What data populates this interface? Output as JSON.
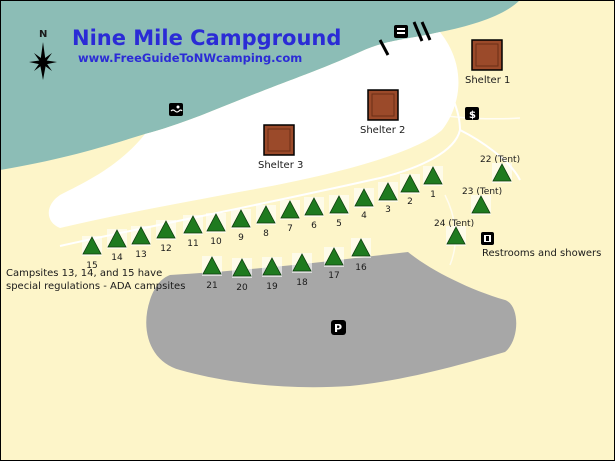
{
  "title": "Nine Mile Campground",
  "website": "www.FreeGuideToNWcamping.com",
  "compass": {
    "north_label": "N"
  },
  "colors": {
    "title": "#2b2bd6",
    "land": "#fdf5c9",
    "water": "#8cbdb6",
    "beach": "#ffffff",
    "parking": "#a7a7a7",
    "tent": "#1f7a1f",
    "shelter": "#9b4a2a",
    "border": "#000000"
  },
  "shelters": [
    {
      "id": "shelter-1",
      "label": "Shelter 1"
    },
    {
      "id": "shelter-2",
      "label": "Shelter 2"
    },
    {
      "id": "shelter-3",
      "label": "Shelter 3"
    }
  ],
  "campsites": [
    {
      "id": "1",
      "label": "1"
    },
    {
      "id": "2",
      "label": "2"
    },
    {
      "id": "3",
      "label": "3"
    },
    {
      "id": "4",
      "label": "4"
    },
    {
      "id": "5",
      "label": "5"
    },
    {
      "id": "6",
      "label": "6"
    },
    {
      "id": "7",
      "label": "7"
    },
    {
      "id": "8",
      "label": "8"
    },
    {
      "id": "9",
      "label": "9"
    },
    {
      "id": "10",
      "label": "10"
    },
    {
      "id": "11",
      "label": "11"
    },
    {
      "id": "12",
      "label": "12"
    },
    {
      "id": "13",
      "label": "13"
    },
    {
      "id": "14",
      "label": "14"
    },
    {
      "id": "15",
      "label": "15"
    },
    {
      "id": "16",
      "label": "16"
    },
    {
      "id": "17",
      "label": "17"
    },
    {
      "id": "18",
      "label": "18"
    },
    {
      "id": "19",
      "label": "19"
    },
    {
      "id": "20",
      "label": "20"
    },
    {
      "id": "21",
      "label": "21"
    },
    {
      "id": "22",
      "label": "22 (Tent)"
    },
    {
      "id": "23",
      "label": "23 (Tent)"
    },
    {
      "id": "24",
      "label": "24 (Tent)"
    }
  ],
  "labels": {
    "restrooms": "Restrooms and showers",
    "ada_note_line1": "Campsites 13, 14, and 15 have",
    "ada_note_line2": "special regulations - ADA campsites",
    "parking_symbol": "P",
    "fee_symbol": "$"
  },
  "icons": [
    "compass-rose-icon",
    "boat-launch-icon",
    "swimming-icon",
    "fee-station-icon",
    "restroom-icon",
    "parking-icon",
    "tent-icon",
    "shelter-icon"
  ]
}
